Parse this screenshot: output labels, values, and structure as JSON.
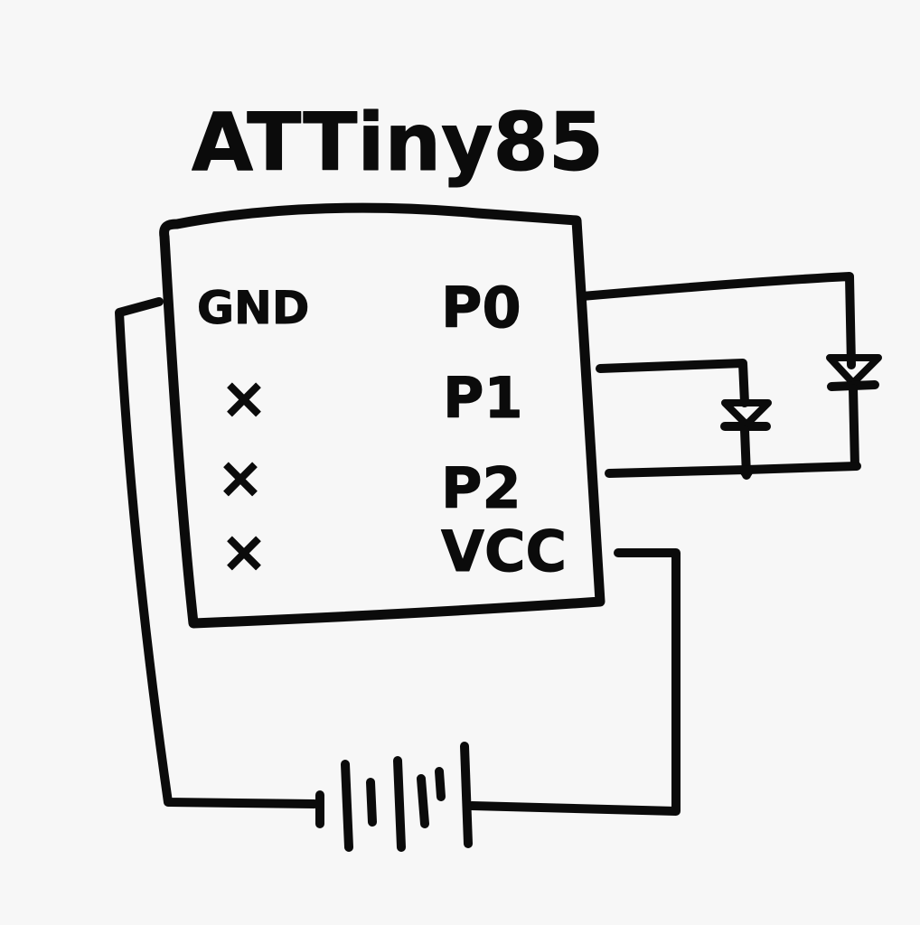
{
  "title": "ATTiny85",
  "chip": {
    "left_pins": [
      "GND",
      "×",
      "×",
      "×"
    ],
    "right_pins": [
      "P0",
      "P1",
      "P2",
      "VCC"
    ]
  },
  "colors": {
    "ink": "#0b0b0b",
    "paper": "#f7f7f7"
  }
}
